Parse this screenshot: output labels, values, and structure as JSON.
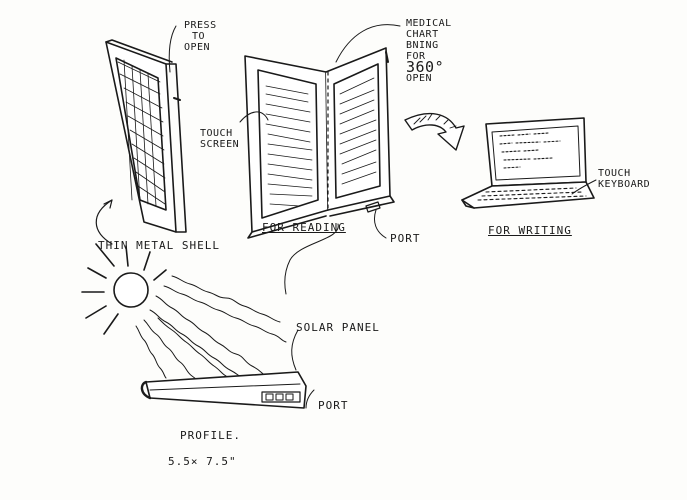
{
  "labels": {
    "press_to_open": [
      "PRESS",
      "TO",
      "OPEN"
    ],
    "medical_chart_line1": "MEDICAL",
    "medical_chart_line2": "CHART",
    "medical_chart_line3": "BNING",
    "medical_chart_line4": "FOR",
    "medical_chart_deg": "360°",
    "medical_chart_line6": "OPEN",
    "touch_screen": [
      "TOUCH",
      "SCREEN"
    ],
    "touch_keyboard": [
      "TOUCH",
      "KEYBOARD"
    ],
    "thin_metal_shell": "THIN METAL SHELL",
    "for_reading": "FOR READING",
    "port_top": "PORT",
    "for_writing": "FOR WRITING",
    "solar_panel": "SOLAR PANEL",
    "port_bottom": "PORT",
    "profile": "PROFILE.",
    "dimensions": "5.5× 7.5\""
  },
  "colors": {
    "ink": "#1a1a1a",
    "paper": "#fdfdfb"
  }
}
